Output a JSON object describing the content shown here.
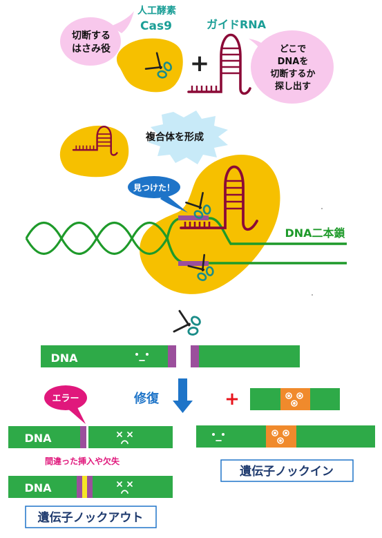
{
  "labels": {
    "cas9_line1": "人工酵素",
    "cas9_line2": "Cas9",
    "guide_rna": "ガイドRNA",
    "bubble_scissors_1": "切断する",
    "bubble_scissors_2": "はさみ役",
    "bubble_search_1": "どこで",
    "bubble_search_2": "DNAを",
    "bubble_search_3": "切断するか",
    "bubble_search_4": "探し出す",
    "plus_top": "+",
    "complex_label": "複合体を形成",
    "found_label": "見つけた！",
    "dna_double_strand": "DNA二本鎖",
    "dna_cut": "DNA",
    "repair": "修復",
    "plus_donor": "+",
    "error": "エラー",
    "dna_error": "DNA",
    "mistake_note": "間違った挿入や欠失",
    "dna_ko": "DNA",
    "knockout": "遺伝子ノックアウト",
    "knockin": "遺伝子ノックイン"
  },
  "colors": {
    "teal": "#1a9e96",
    "crimson": "#8b0a37",
    "gold": "#f6c000",
    "green": "#2eaa48",
    "strand_green": "#1e9a2a",
    "purple": "#9b4f9c",
    "orange": "#f08a2c",
    "pink": "#f8c8ec",
    "magenta": "#e0187c",
    "blue": "#1e74c8",
    "red": "#e8141c",
    "dark_blue": "#1e3a6e"
  },
  "icons": [
    "scissors-icon",
    "smiley-face-icon",
    "dizzy-face-icon",
    "arrow-down-icon"
  ]
}
